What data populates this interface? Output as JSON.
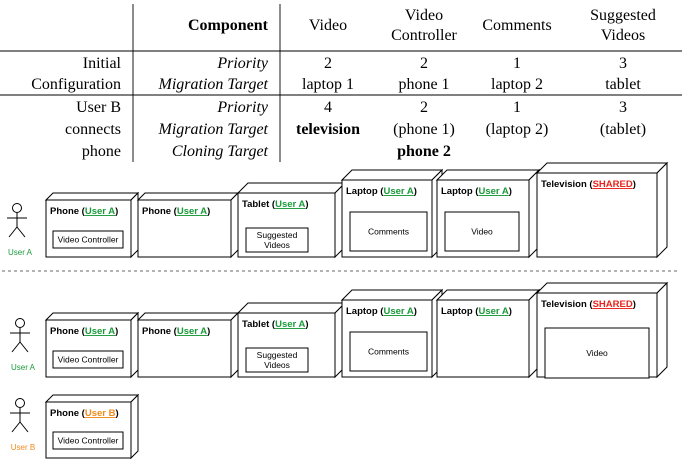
{
  "table": {
    "columns": [
      {
        "lines": [
          "Component"
        ]
      },
      {
        "lines": [
          "Video"
        ]
      },
      {
        "lines": [
          "Video",
          "Controller"
        ]
      },
      {
        "lines": [
          "Comments"
        ]
      },
      {
        "lines": [
          "Suggested",
          "Videos"
        ]
      }
    ],
    "sections": [
      {
        "scenario_lines": [
          "Initial",
          "Configuration"
        ],
        "rows": [
          {
            "label": "Priority",
            "cells": [
              {
                "text": "2"
              },
              {
                "text": "2"
              },
              {
                "text": "1"
              },
              {
                "text": "3"
              }
            ]
          },
          {
            "label": "Migration Target",
            "cells": [
              {
                "text": "laptop 1"
              },
              {
                "text": "phone 1"
              },
              {
                "text": "laptop 2"
              },
              {
                "text": "tablet"
              }
            ]
          }
        ]
      },
      {
        "scenario_lines": [
          "User B",
          "connects",
          "phone"
        ],
        "rows": [
          {
            "label": "Priority",
            "cells": [
              {
                "text": "4"
              },
              {
                "text": "2"
              },
              {
                "text": "1"
              },
              {
                "text": "3"
              }
            ]
          },
          {
            "label": "Migration Target",
            "cells": [
              {
                "text": "television",
                "bold": true
              },
              {
                "text": "(phone 1)"
              },
              {
                "text": "(laptop 2)"
              },
              {
                "text": "(tablet)"
              }
            ]
          },
          {
            "label": "Cloning Target",
            "cells": [
              {
                "text": ""
              },
              {
                "text": "phone 2",
                "bold": true
              },
              {
                "text": ""
              },
              {
                "text": ""
              }
            ]
          }
        ]
      }
    ]
  },
  "colors": {
    "user_a": "#1a9a3a",
    "user_b": "#f08a1c",
    "shared": "#e8231c",
    "line": "#000000"
  },
  "diagrams": [
    {
      "users": [
        {
          "label": "User A",
          "color_key": "user_a"
        }
      ],
      "device_rows": [
        [
          {
            "name": "Phone",
            "owner": "User A",
            "owner_color": "user_a",
            "components": [
              "Video Controller"
            ]
          },
          {
            "name": "Phone",
            "owner": "User A",
            "owner_color": "user_a",
            "components": []
          },
          {
            "name": "Tablet",
            "owner": "User A",
            "owner_color": "user_a",
            "components": [
              "Suggested Videos"
            ]
          },
          {
            "name": "Laptop",
            "owner": "User A",
            "owner_color": "user_a",
            "components": [
              "Comments"
            ]
          },
          {
            "name": "Laptop",
            "owner": "User A",
            "owner_color": "user_a",
            "components": [
              "Video"
            ]
          },
          {
            "name": "Television",
            "owner": "SHARED",
            "owner_color": "shared",
            "components": []
          }
        ]
      ]
    },
    {
      "users": [
        {
          "label": "User A",
          "color_key": "user_a"
        },
        {
          "label": "User B",
          "color_key": "user_b"
        }
      ],
      "device_rows": [
        [
          {
            "name": "Phone",
            "owner": "User A",
            "owner_color": "user_a",
            "components": [
              "Video Controller"
            ]
          },
          {
            "name": "Phone",
            "owner": "User A",
            "owner_color": "user_a",
            "components": []
          },
          {
            "name": "Tablet",
            "owner": "User A",
            "owner_color": "user_a",
            "components": [
              "Suggested Videos"
            ]
          },
          {
            "name": "Laptop",
            "owner": "User A",
            "owner_color": "user_a",
            "components": [
              "Comments"
            ]
          },
          {
            "name": "Laptop",
            "owner": "User A",
            "owner_color": "user_a",
            "components": []
          },
          {
            "name": "Television",
            "owner": "SHARED",
            "owner_color": "shared",
            "components": [
              "Video"
            ]
          }
        ],
        [
          {
            "name": "Phone",
            "owner": "User B",
            "owner_color": "user_b",
            "components": [
              "Video Controller"
            ]
          }
        ]
      ]
    }
  ]
}
